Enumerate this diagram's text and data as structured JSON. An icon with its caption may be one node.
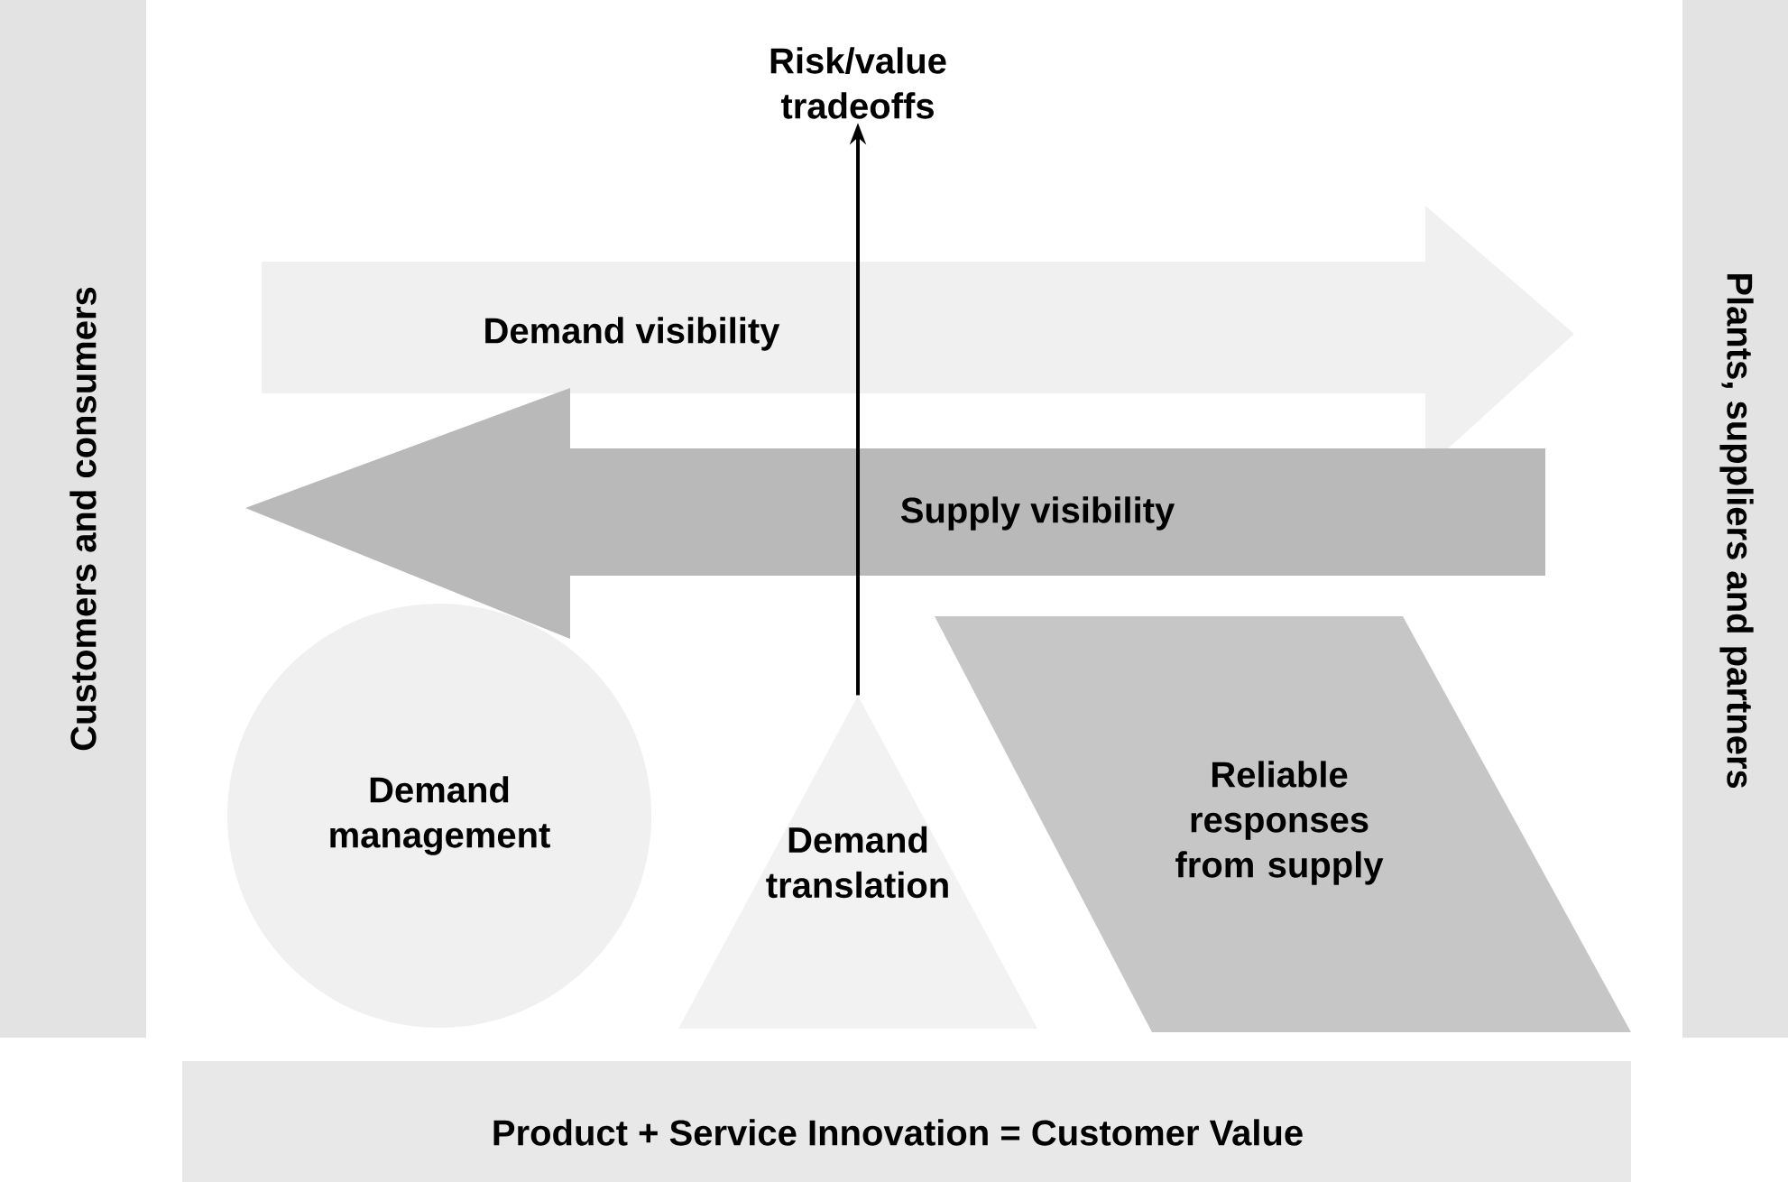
{
  "diagram": {
    "nodes": [
      {
        "text": [
          "Risk/value tradeoffs"
        ]
      },
      {
        "text": [
          "Customers and consumers"
        ]
      },
      {
        "text": [
          "Plants, suppliers and partners"
        ]
      },
      {
        "text": [
          "Demand visibility"
        ]
      },
      {
        "text": [
          "Supply visibility"
        ]
      },
      {
        "text": [
          "Demand management"
        ]
      },
      {
        "text": [
          "Demand translation"
        ]
      },
      {
        "text": [
          "Reliable responses from supply"
        ]
      },
      {
        "text": [
          "Product + Service Innovation = Customer Value"
        ]
      }
    ],
    "edges": [
      {
        "from": 6,
        "to": 0,
        "arrow": "to"
      }
    ]
  }
}
